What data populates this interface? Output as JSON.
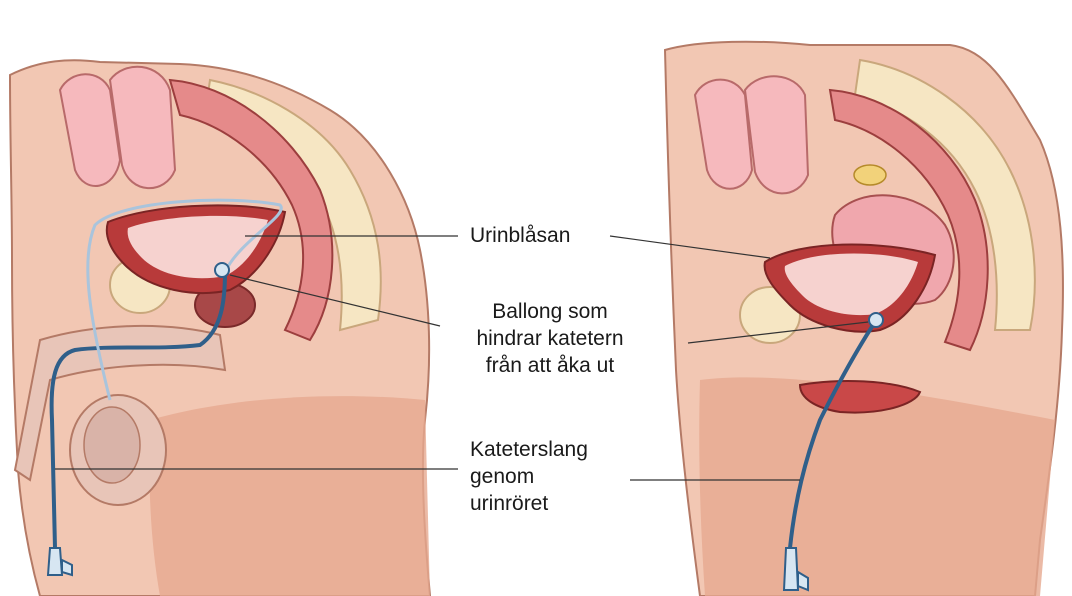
{
  "labels": {
    "bladder": "Urinblåsan",
    "balloon_line1": "Ballong som",
    "balloon_line2": "hindrar katetern",
    "balloon_line3": "från att åka ut",
    "tube_line1": "Kateterslang",
    "tube_line2": "genom",
    "tube_line3": "urinröret"
  },
  "colors": {
    "skin": "#f2c7b3",
    "skin_dark": "#e3a890",
    "outline": "#8a4a3a",
    "intestine": "#f6b9bd",
    "bladder_wall": "#b83a3a",
    "bladder_inner": "#f6d2cf",
    "bone": "#f6e6c3",
    "catheter": "#2f5f8a",
    "catheter_light": "#a9c4dc",
    "leader_line": "#333333"
  }
}
